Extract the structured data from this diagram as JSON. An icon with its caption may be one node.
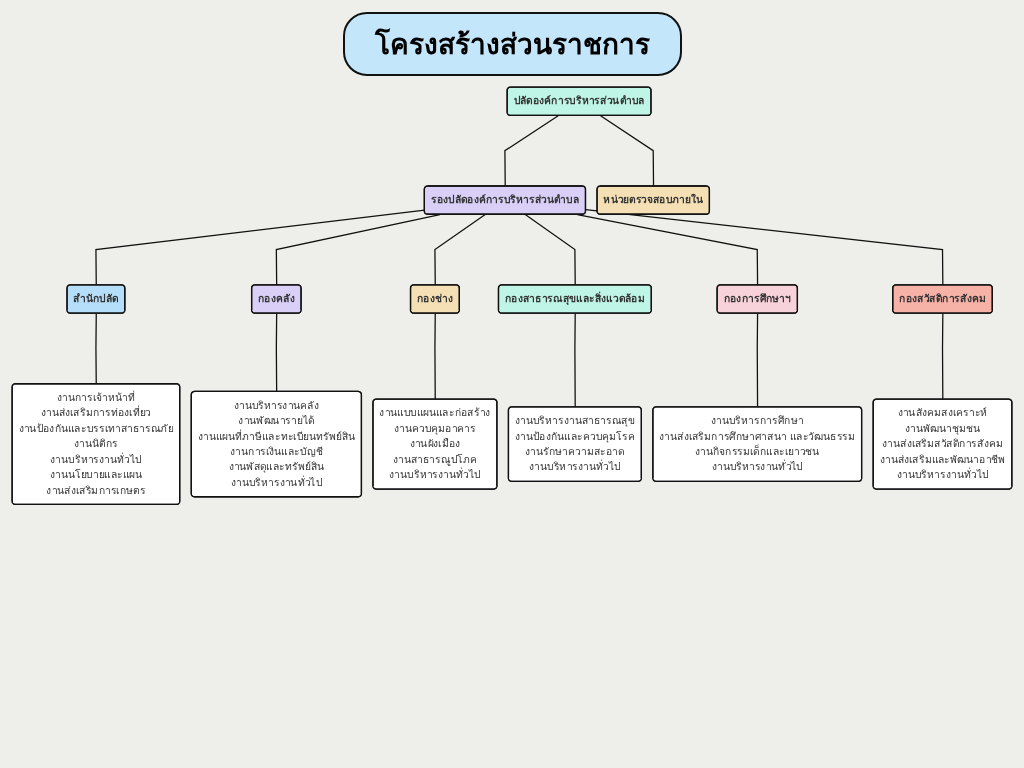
{
  "diagram": {
    "title": "โครงสร้างส่วนราชการ",
    "nodes": [
      {
        "text": [
          "ปลัดองค์การบริหารส่วนตำบล"
        ]
      },
      {
        "text": [
          "หน่วยตรวจสอบภายใน"
        ]
      },
      {
        "text": [
          "รองปลัดองค์การบริหารส่วนตำบล"
        ]
      },
      {
        "text": [
          "สำนักปลัด"
        ]
      },
      {
        "text": [
          "กองคลัง"
        ]
      },
      {
        "text": [
          "กองช่าง"
        ]
      },
      {
        "text": [
          "กองสาธารณสุขและสิ่งแวดล้อม"
        ]
      },
      {
        "text": [
          "กองการศึกษาฯ"
        ]
      },
      {
        "text": [
          "กองสวัสดิการสังคม"
        ]
      },
      {
        "text": [
          "งานการเจ้าหน้าที่",
          "งานส่งเสริมการท่องเที่ยว",
          "งานป้องกันและบรรเทาสาธารณภัย",
          "งานนิติกร",
          "งานบริหารงานทั่วไป",
          "งานนโยบายและแผน",
          "งานส่งเสริมการเกษตร"
        ]
      },
      {
        "text": [
          "งานบริหารงานคลัง",
          "งานพัฒนารายได้",
          "งานแผนที่ภาษีและทะเบียนทรัพย์สิน",
          "งานการเงินและบัญชี",
          "งานพัสดุและทรัพย์สิน",
          "งานบริหารงานทั่วไป"
        ]
      },
      {
        "text": [
          "งานแบบแผนและก่อสร้าง",
          "งานควบคุมอาคาร",
          "งานผังเมือง",
          "งานสาธารณูปโภค",
          "งานบริหารงานทั่วไป"
        ]
      },
      {
        "text": [
          "งานบริหารงานสาธารณสุข",
          "งานป้องกันและควบคุมโรค",
          "งานรักษาความสะอาด",
          "งานบริหารงานทั่วไป"
        ]
      },
      {
        "text": [
          "งานบริหารการศึกษา",
          "งานส่งเสริมการศึกษาศาสนา และวัฒนธรรม",
          "งานกิจกรรมเด็กและเยาวชน",
          "งานบริหารงานทั่วไป"
        ]
      },
      {
        "text": [
          "งานสังคมสงเคราะห์",
          "งานพัฒนาชุมชน",
          "งานส่งเสริมสวัสดิการสังคม",
          "งานส่งเสริมและพัฒนาอาชีพ",
          "งานบริหารงานทั่วไป"
        ]
      }
    ],
    "edges": [
      {
        "from": 0,
        "to": 1,
        "arrow": "none"
      },
      {
        "from": 0,
        "to": 2,
        "arrow": "none"
      },
      {
        "from": 2,
        "to": 3,
        "arrow": "none"
      },
      {
        "from": 2,
        "to": 4,
        "arrow": "none"
      },
      {
        "from": 2,
        "to": 5,
        "arrow": "none"
      },
      {
        "from": 2,
        "to": 6,
        "arrow": "none"
      },
      {
        "from": 2,
        "to": 7,
        "arrow": "none"
      },
      {
        "from": 2,
        "to": 8,
        "arrow": "none"
      },
      {
        "from": 3,
        "to": 9,
        "arrow": "none"
      },
      {
        "from": 4,
        "to": 10,
        "arrow": "none"
      },
      {
        "from": 5,
        "to": 11,
        "arrow": "none"
      },
      {
        "from": 6,
        "to": 12,
        "arrow": "none"
      },
      {
        "from": 7,
        "to": 13,
        "arrow": "none"
      },
      {
        "from": 8,
        "to": 14,
        "arrow": "none"
      }
    ]
  }
}
